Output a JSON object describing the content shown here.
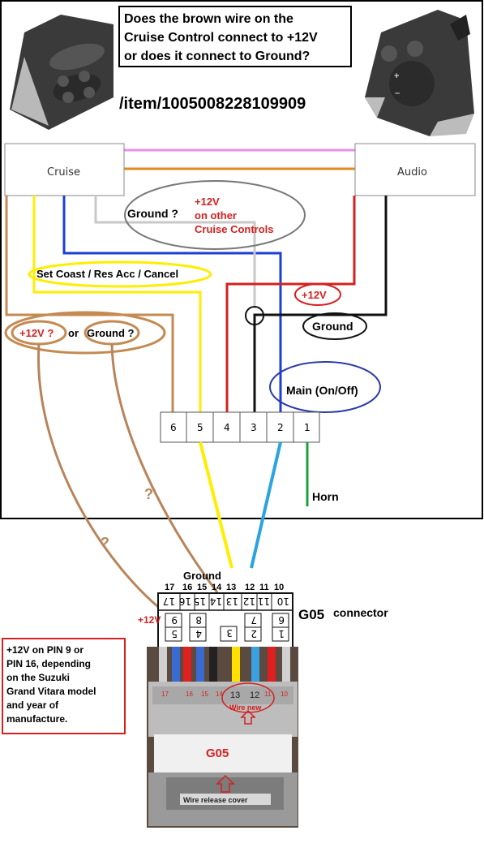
{
  "question": {
    "line1": "Does the brown wire on the",
    "line2": "Cruise Control connect to +12V",
    "line3": "or does it connect to Ground?"
  },
  "item_ref": "/item/1005008228109909",
  "boxes": {
    "cruise": "Cruise",
    "audio": "Audio"
  },
  "labels": {
    "ground_q": "Ground ?",
    "plus12v_other_1": "+12V",
    "plus12v_other_2": "on other",
    "plus12v_other_3": "Cruise Controls",
    "set_coast": "Set Coast / Res Acc / Cancel",
    "plus12v": "+12V",
    "ground": "Ground",
    "plus12v_q": "+12V ?",
    "or": "or",
    "ground_q2": "Ground ?",
    "main": "Main (On/Off)",
    "horn": "Horn",
    "question_mark": "?"
  },
  "terminal_pins": [
    "6",
    "5",
    "4",
    "3",
    "2",
    "1"
  ],
  "connector": {
    "title": "G05",
    "subtitle": "connector",
    "ground_label": "Ground",
    "top_pins": [
      "17",
      "16",
      "15",
      "14",
      "13",
      "12",
      "11",
      "10"
    ],
    "mirrored_top": [
      "17",
      "16",
      "15",
      "14",
      "13",
      "12",
      "11",
      "10"
    ],
    "side_pins": [
      "9",
      "8",
      "7",
      "6",
      "5",
      "4",
      "3",
      "2",
      "1"
    ],
    "plus12v": "+12V"
  },
  "note": {
    "line1": "+12V on PIN 9 or",
    "line2": "PIN 16, depending",
    "line3": "on the Suzuki",
    "line4": "Grand Vitara model",
    "line5": "and year of",
    "line6": "manufacture."
  },
  "photo": {
    "pins": [
      "17",
      "16",
      "15",
      "14",
      "13",
      "12",
      "11",
      "10"
    ],
    "wire_new": "Wire new",
    "g05": "G05",
    "release_cover": "Wire release cover"
  },
  "colors": {
    "brown": "#c48a52",
    "yellow": "#ffee00",
    "blue": "#1b3fd6",
    "light_blue": "#2aa3e0",
    "gray": "#c8c8c8",
    "red": "#d42020",
    "black": "#111111",
    "pink": "#e890e8",
    "orange": "#e08a1e",
    "green": "#1aa040",
    "dark_red_text": "#d42020"
  }
}
